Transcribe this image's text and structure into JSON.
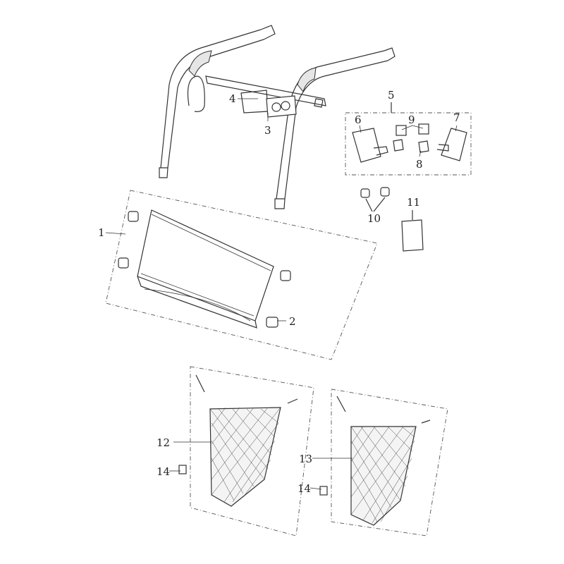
{
  "diagram": {
    "callouts": [
      {
        "id": "1",
        "text": "1"
      },
      {
        "id": "2",
        "text": "2"
      },
      {
        "id": "3",
        "text": "3"
      },
      {
        "id": "4",
        "text": "4"
      },
      {
        "id": "5",
        "text": "5"
      },
      {
        "id": "6",
        "text": "6"
      },
      {
        "id": "7",
        "text": "7"
      },
      {
        "id": "8",
        "text": "8"
      },
      {
        "id": "9",
        "text": "9"
      },
      {
        "id": "10",
        "text": "10"
      },
      {
        "id": "11",
        "text": "11"
      },
      {
        "id": "12",
        "text": "12"
      },
      {
        "id": "13",
        "text": "13"
      },
      {
        "id": "14a",
        "text": "14"
      },
      {
        "id": "14b",
        "text": "14"
      }
    ]
  }
}
